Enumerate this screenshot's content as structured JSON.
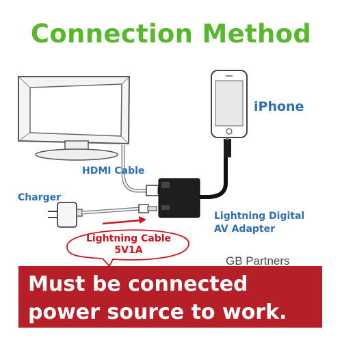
{
  "title": "Connection Method",
  "labels": {
    "iphone": "iPhone",
    "hdmi_cable": "HDMI Cable",
    "charger": "Charger",
    "adapter_line1": "Lightning Digital",
    "adapter_line2": "AV Adapter",
    "lightning_cable_line1": "Lightning Cable",
    "lightning_cable_line2": "5V1A"
  },
  "watermark": "GB Partners",
  "banner": {
    "line1": "Must be connected",
    "line2": "power source to work."
  },
  "colors": {
    "title": "#57b82e",
    "label": "#2f6fb6",
    "callout": "#d0121b",
    "banner_bg": "#b61e28",
    "banner_text": "#ffffff"
  }
}
